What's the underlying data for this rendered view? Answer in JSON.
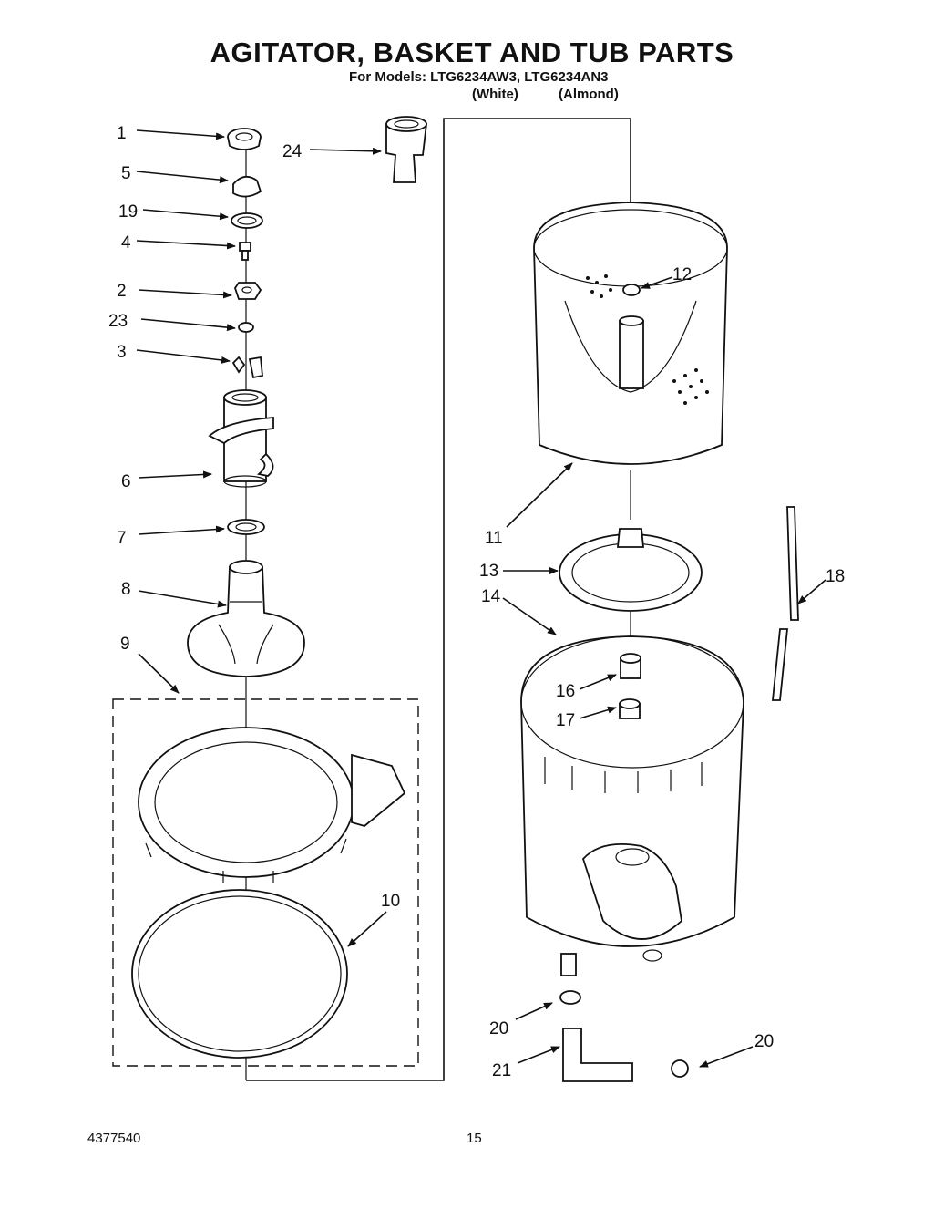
{
  "title": "AGITATOR, BASKET AND TUB PARTS",
  "models_line": "For Models: LTG6234AW3, LTG6234AN3",
  "color_white": "(White)",
  "color_almond": "(Almond)",
  "doc_number": "4377540",
  "page_number": "15",
  "callouts": {
    "c1": "1",
    "c5": "5",
    "c19": "19",
    "c4": "4",
    "c2": "2",
    "c23": "23",
    "c3": "3",
    "c6": "6",
    "c7": "7",
    "c8": "8",
    "c9": "9",
    "c10": "10",
    "c24": "24",
    "c12": "12",
    "c11": "11",
    "c13": "13",
    "c14": "14",
    "c18": "18",
    "c16": "16",
    "c17": "17",
    "c20a": "20",
    "c21": "21",
    "c20b": "20"
  }
}
